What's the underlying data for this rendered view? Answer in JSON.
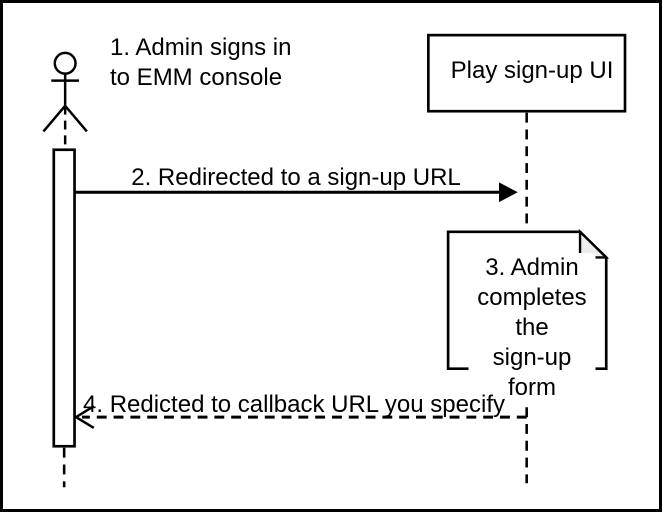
{
  "diagram": {
    "type": "uml-sequence",
    "background_color": "#ffffff",
    "line_color": "#000000",
    "note_fold_color": "#ededed",
    "actor": {
      "label": "1. Admin signs in\nto EMM console",
      "shape": "stick-figure"
    },
    "participant": {
      "label": "Play sign-up UI",
      "shape": "rectangle"
    },
    "note": {
      "label": "3. Admin\ncompletes the\nsign-up form",
      "shape": "note-with-folded-corner"
    },
    "messages": [
      {
        "label": "2. Redirected to a sign-up URL",
        "from": "actor",
        "to": "participant",
        "line_style": "solid",
        "arrowhead": "filled-triangle"
      },
      {
        "label": "4. Redicted to callback URL you specify",
        "from": "participant",
        "to": "actor",
        "line_style": "dashed",
        "arrowhead": "open-chevron"
      }
    ]
  }
}
